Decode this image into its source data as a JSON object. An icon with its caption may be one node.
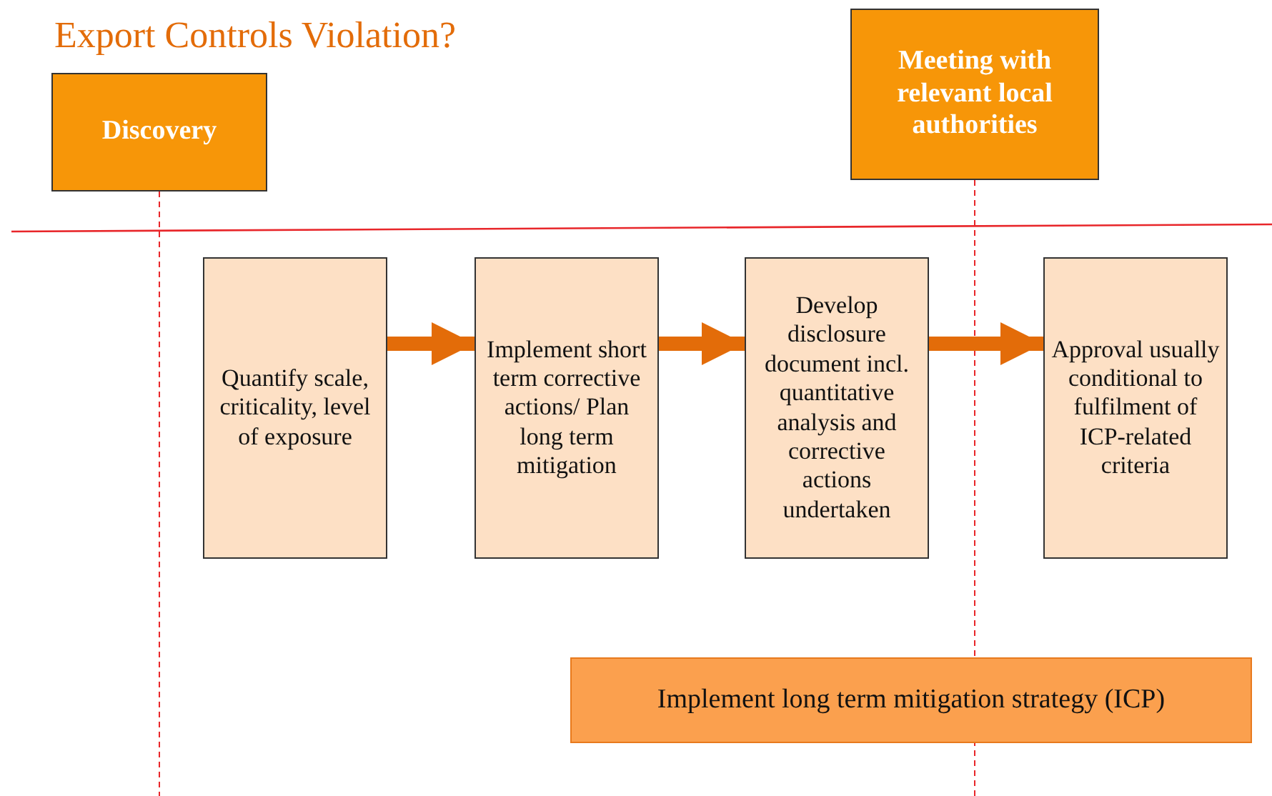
{
  "diagram": {
    "title": "Export Controls Violation?",
    "nodes": [
      {
        "text": [
          "Discovery"
        ]
      },
      {
        "text": [
          "Meeting with relevant local authorities"
        ]
      },
      {
        "text": [
          "Quantify scale, criticality, level of exposure"
        ]
      },
      {
        "text": [
          "Implement short term corrective actions/ Plan long term mitigation"
        ]
      },
      {
        "text": [
          "Develop disclosure document incl. quantitative analysis and corrective actions undertaken"
        ]
      },
      {
        "text": [
          "Approval usually conditional to fulfilment of ICP-related criteria"
        ]
      },
      {
        "text": [
          "Implement long term mitigation strategy (ICP)"
        ]
      }
    ],
    "edges": [
      {
        "from": 2,
        "to": 3,
        "arrow": "to"
      },
      {
        "from": 3,
        "to": 4,
        "arrow": "to"
      },
      {
        "from": 4,
        "to": 5,
        "arrow": "to"
      }
    ]
  }
}
